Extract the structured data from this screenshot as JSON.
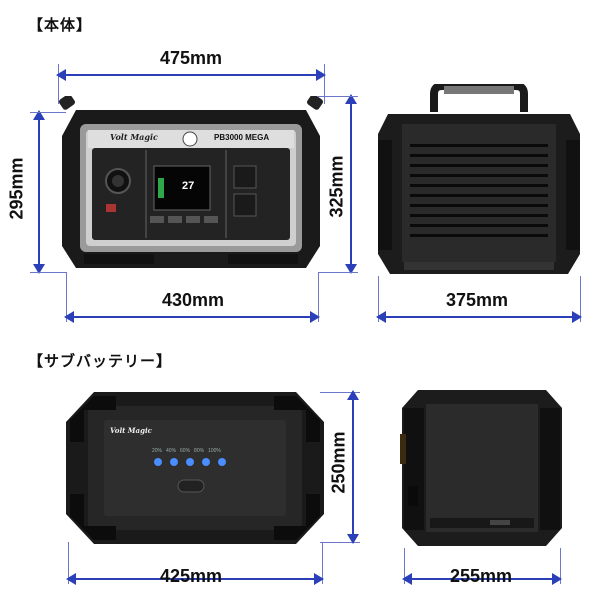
{
  "sections": {
    "main_unit": "【本体】",
    "sub_battery": "【サブバッテリー】"
  },
  "dimensions": {
    "main_width": "475mm",
    "main_height_left": "295mm",
    "main_height_right": "325mm",
    "main_base_width": "430mm",
    "main_depth": "375mm",
    "sub_height": "250mm",
    "sub_width": "425mm",
    "sub_depth": "255mm"
  },
  "product": {
    "brand": "Volt Magic",
    "model": "PB3000 MEGA",
    "screen_value": "27",
    "sub_brand": "Volt Magic",
    "battery_levels": [
      "20%",
      "40%",
      "60%",
      "80%",
      "100%"
    ]
  },
  "colors": {
    "arrow": "#2a3fb8",
    "device_body": "#222222",
    "silver_panel": "#d8d8d8",
    "led_blue": "#4a8dff"
  }
}
